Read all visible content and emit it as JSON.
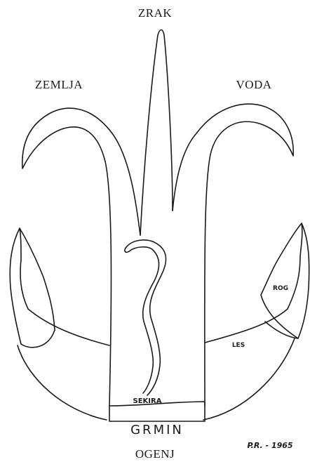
{
  "labels": {
    "top": "ZRAK",
    "left": "ZEMLJA",
    "right": "VODA",
    "bottom": "OGENJ",
    "center_base": "GRMIN",
    "handle": "SEKIRA",
    "horn": "ROG",
    "forest": "LES"
  },
  "signature": "P.R. - 1965"
}
